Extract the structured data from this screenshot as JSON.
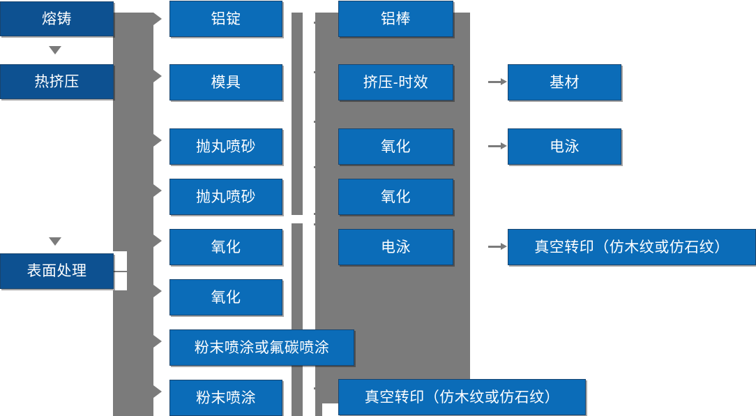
{
  "diagram": {
    "type": "process-flow",
    "title": "",
    "colors": {
      "dark_blue": "#0d5191",
      "bright_blue": "#0b6cb8",
      "connector_gray": "#7b7b7b",
      "text": "#ffffff",
      "background": "#ffffff"
    },
    "columns": [
      {
        "name": "stage-column",
        "nodes": [
          {
            "id": "stage-casting",
            "label": "熔铸"
          },
          {
            "id": "stage-hot-extrusion",
            "label": "热挤压"
          },
          {
            "id": "stage-surface-treatment",
            "label": "表面处理"
          }
        ]
      },
      {
        "name": "process-column",
        "nodes": [
          {
            "id": "proc-aluminum-ingot",
            "label": "铝锭"
          },
          {
            "id": "proc-mold",
            "label": "模具"
          },
          {
            "id": "proc-shot-blasting-1",
            "label": "抛丸喷砂"
          },
          {
            "id": "proc-shot-blasting-2",
            "label": "抛丸喷砂"
          },
          {
            "id": "proc-oxidation-1",
            "label": "氧化"
          },
          {
            "id": "proc-oxidation-2",
            "label": "氧化"
          },
          {
            "id": "proc-powder-or-fluorocarbon",
            "label": "粉末喷涂或氟碳喷涂"
          },
          {
            "id": "proc-powder-coating",
            "label": "粉末喷涂"
          }
        ]
      },
      {
        "name": "treatment-column",
        "nodes": [
          {
            "id": "treat-aluminum-bar",
            "label": "铝棒"
          },
          {
            "id": "treat-extrusion-aging",
            "label": "挤压-时效"
          },
          {
            "id": "treat-oxidation-1",
            "label": "氧化"
          },
          {
            "id": "treat-oxidation-2",
            "label": "氧化"
          },
          {
            "id": "treat-electrophoresis",
            "label": "电泳"
          },
          {
            "id": "treat-vacuum-transfer",
            "label": "真空转印（仿木纹或仿石纹）"
          }
        ]
      },
      {
        "name": "output-column",
        "nodes": [
          {
            "id": "out-substrate",
            "label": "基材"
          },
          {
            "id": "out-electrophoresis",
            "label": "电泳"
          },
          {
            "id": "out-vacuum-transfer",
            "label": "真空转印（仿木纹或仿石纹）"
          }
        ]
      }
    ]
  }
}
